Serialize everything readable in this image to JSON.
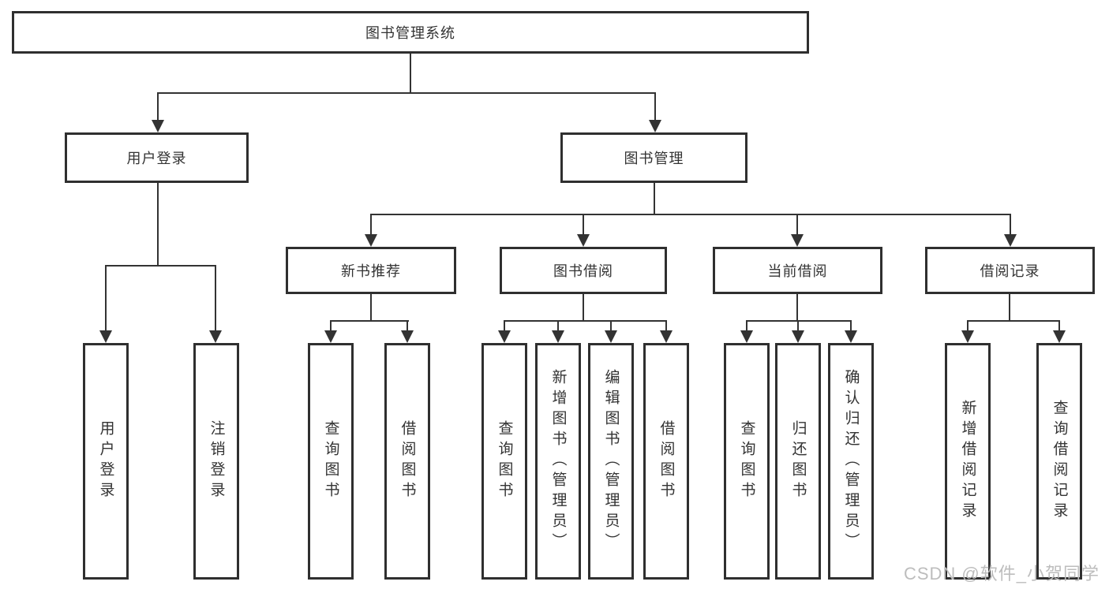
{
  "diagram": {
    "root": {
      "label": "图书管理系统"
    },
    "branches": {
      "user_login": {
        "label": "用户登录",
        "children": {
          "login": "用户登录",
          "logout": "注销登录"
        }
      },
      "book_mgmt": {
        "label": "图书管理",
        "sections": {
          "new_book": {
            "label": "新书推荐",
            "children": {
              "query": "查询图书",
              "borrow": "借阅图书"
            }
          },
          "borrowing": {
            "label": "图书借阅",
            "children": {
              "query": "查询图书",
              "add": "新增图书（管理员）",
              "edit": "编辑图书（管理员）",
              "borrow": "借阅图书"
            }
          },
          "current": {
            "label": "当前借阅",
            "children": {
              "query": "查询图书",
              "return": "归还图书",
              "confirm": "确认归还（管理员）"
            }
          },
          "records": {
            "label": "借阅记录",
            "children": {
              "add": "新增借阅记录",
              "query": "查询借阅记录"
            }
          }
        }
      }
    }
  },
  "watermark": {
    "text": "CSDN @软件_小贺同学"
  },
  "colors": {
    "line": "#333333",
    "text": "#333333",
    "watermark_text": "#bdbdbd",
    "background": "#ffffff"
  }
}
